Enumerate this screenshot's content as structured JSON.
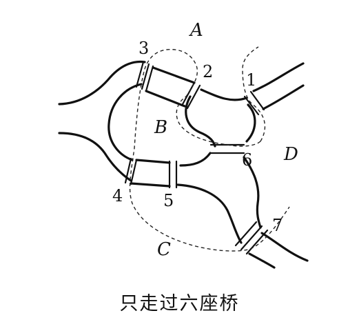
{
  "regions": {
    "a": "A",
    "b": "B",
    "c": "C",
    "d": "D"
  },
  "bridges": [
    "1",
    "2",
    "3",
    "4",
    "5",
    "6",
    "7"
  ],
  "caption": "只走过六座桥"
}
